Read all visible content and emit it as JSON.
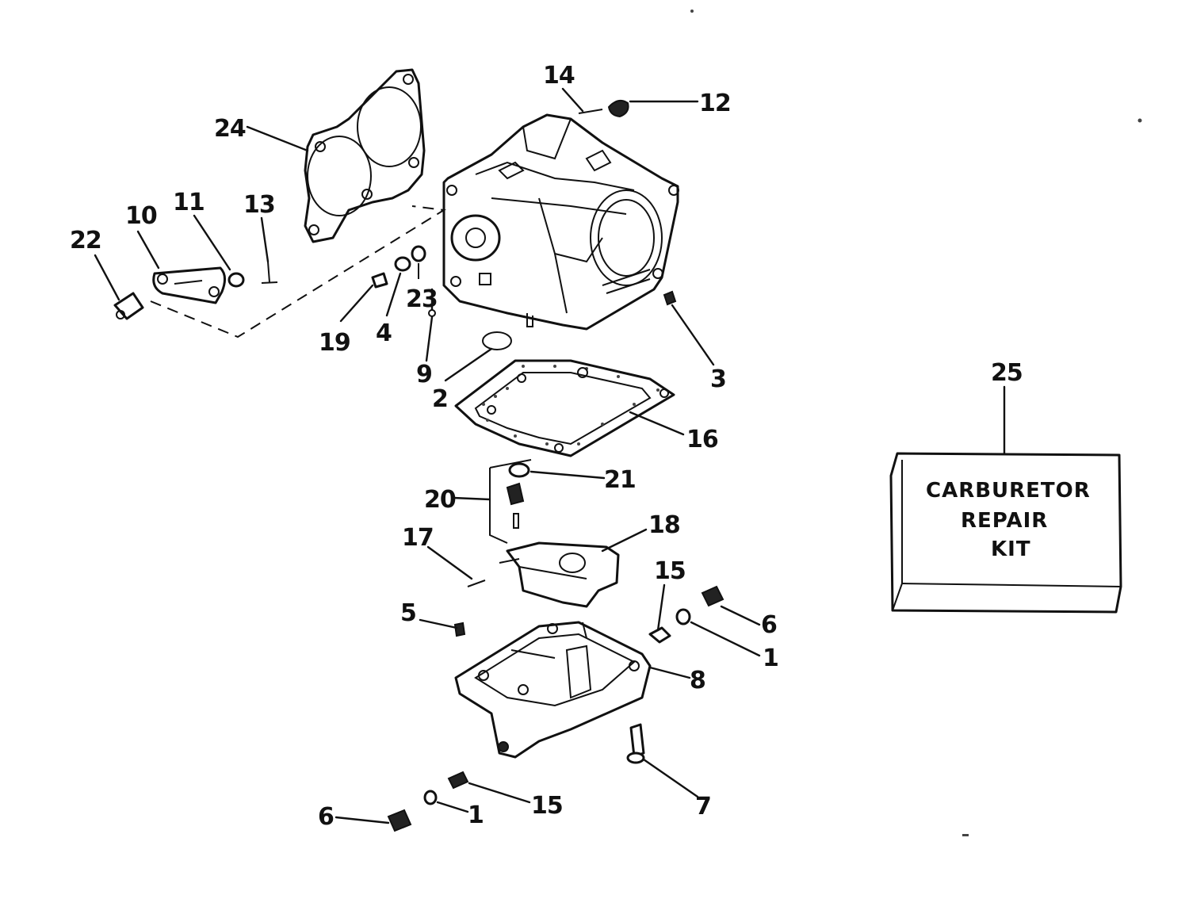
{
  "callouts": [
    {
      "id": "c1",
      "label": "1"
    },
    {
      "id": "c1b",
      "label": "1"
    },
    {
      "id": "c2",
      "label": "2"
    },
    {
      "id": "c3",
      "label": "3"
    },
    {
      "id": "c4",
      "label": "4"
    },
    {
      "id": "c5",
      "label": "5"
    },
    {
      "id": "c6",
      "label": "6"
    },
    {
      "id": "c6b",
      "label": "6"
    },
    {
      "id": "c7",
      "label": "7"
    },
    {
      "id": "c8",
      "label": "8"
    },
    {
      "id": "c9",
      "label": "9"
    },
    {
      "id": "c10",
      "label": "10"
    },
    {
      "id": "c11",
      "label": "11"
    },
    {
      "id": "c12",
      "label": "12"
    },
    {
      "id": "c13",
      "label": "13"
    },
    {
      "id": "c14",
      "label": "14"
    },
    {
      "id": "c15",
      "label": "15"
    },
    {
      "id": "c15b",
      "label": "15"
    },
    {
      "id": "c16",
      "label": "16"
    },
    {
      "id": "c17",
      "label": "17"
    },
    {
      "id": "c18",
      "label": "18"
    },
    {
      "id": "c19",
      "label": "19"
    },
    {
      "id": "c20",
      "label": "20"
    },
    {
      "id": "c21",
      "label": "21"
    },
    {
      "id": "c22",
      "label": "22"
    },
    {
      "id": "c23",
      "label": "23"
    },
    {
      "id": "c24",
      "label": "24"
    },
    {
      "id": "c25",
      "label": "25"
    }
  ],
  "kit": {
    "line1": "CARBURETOR",
    "line2": "REPAIR",
    "line3": "KIT"
  }
}
